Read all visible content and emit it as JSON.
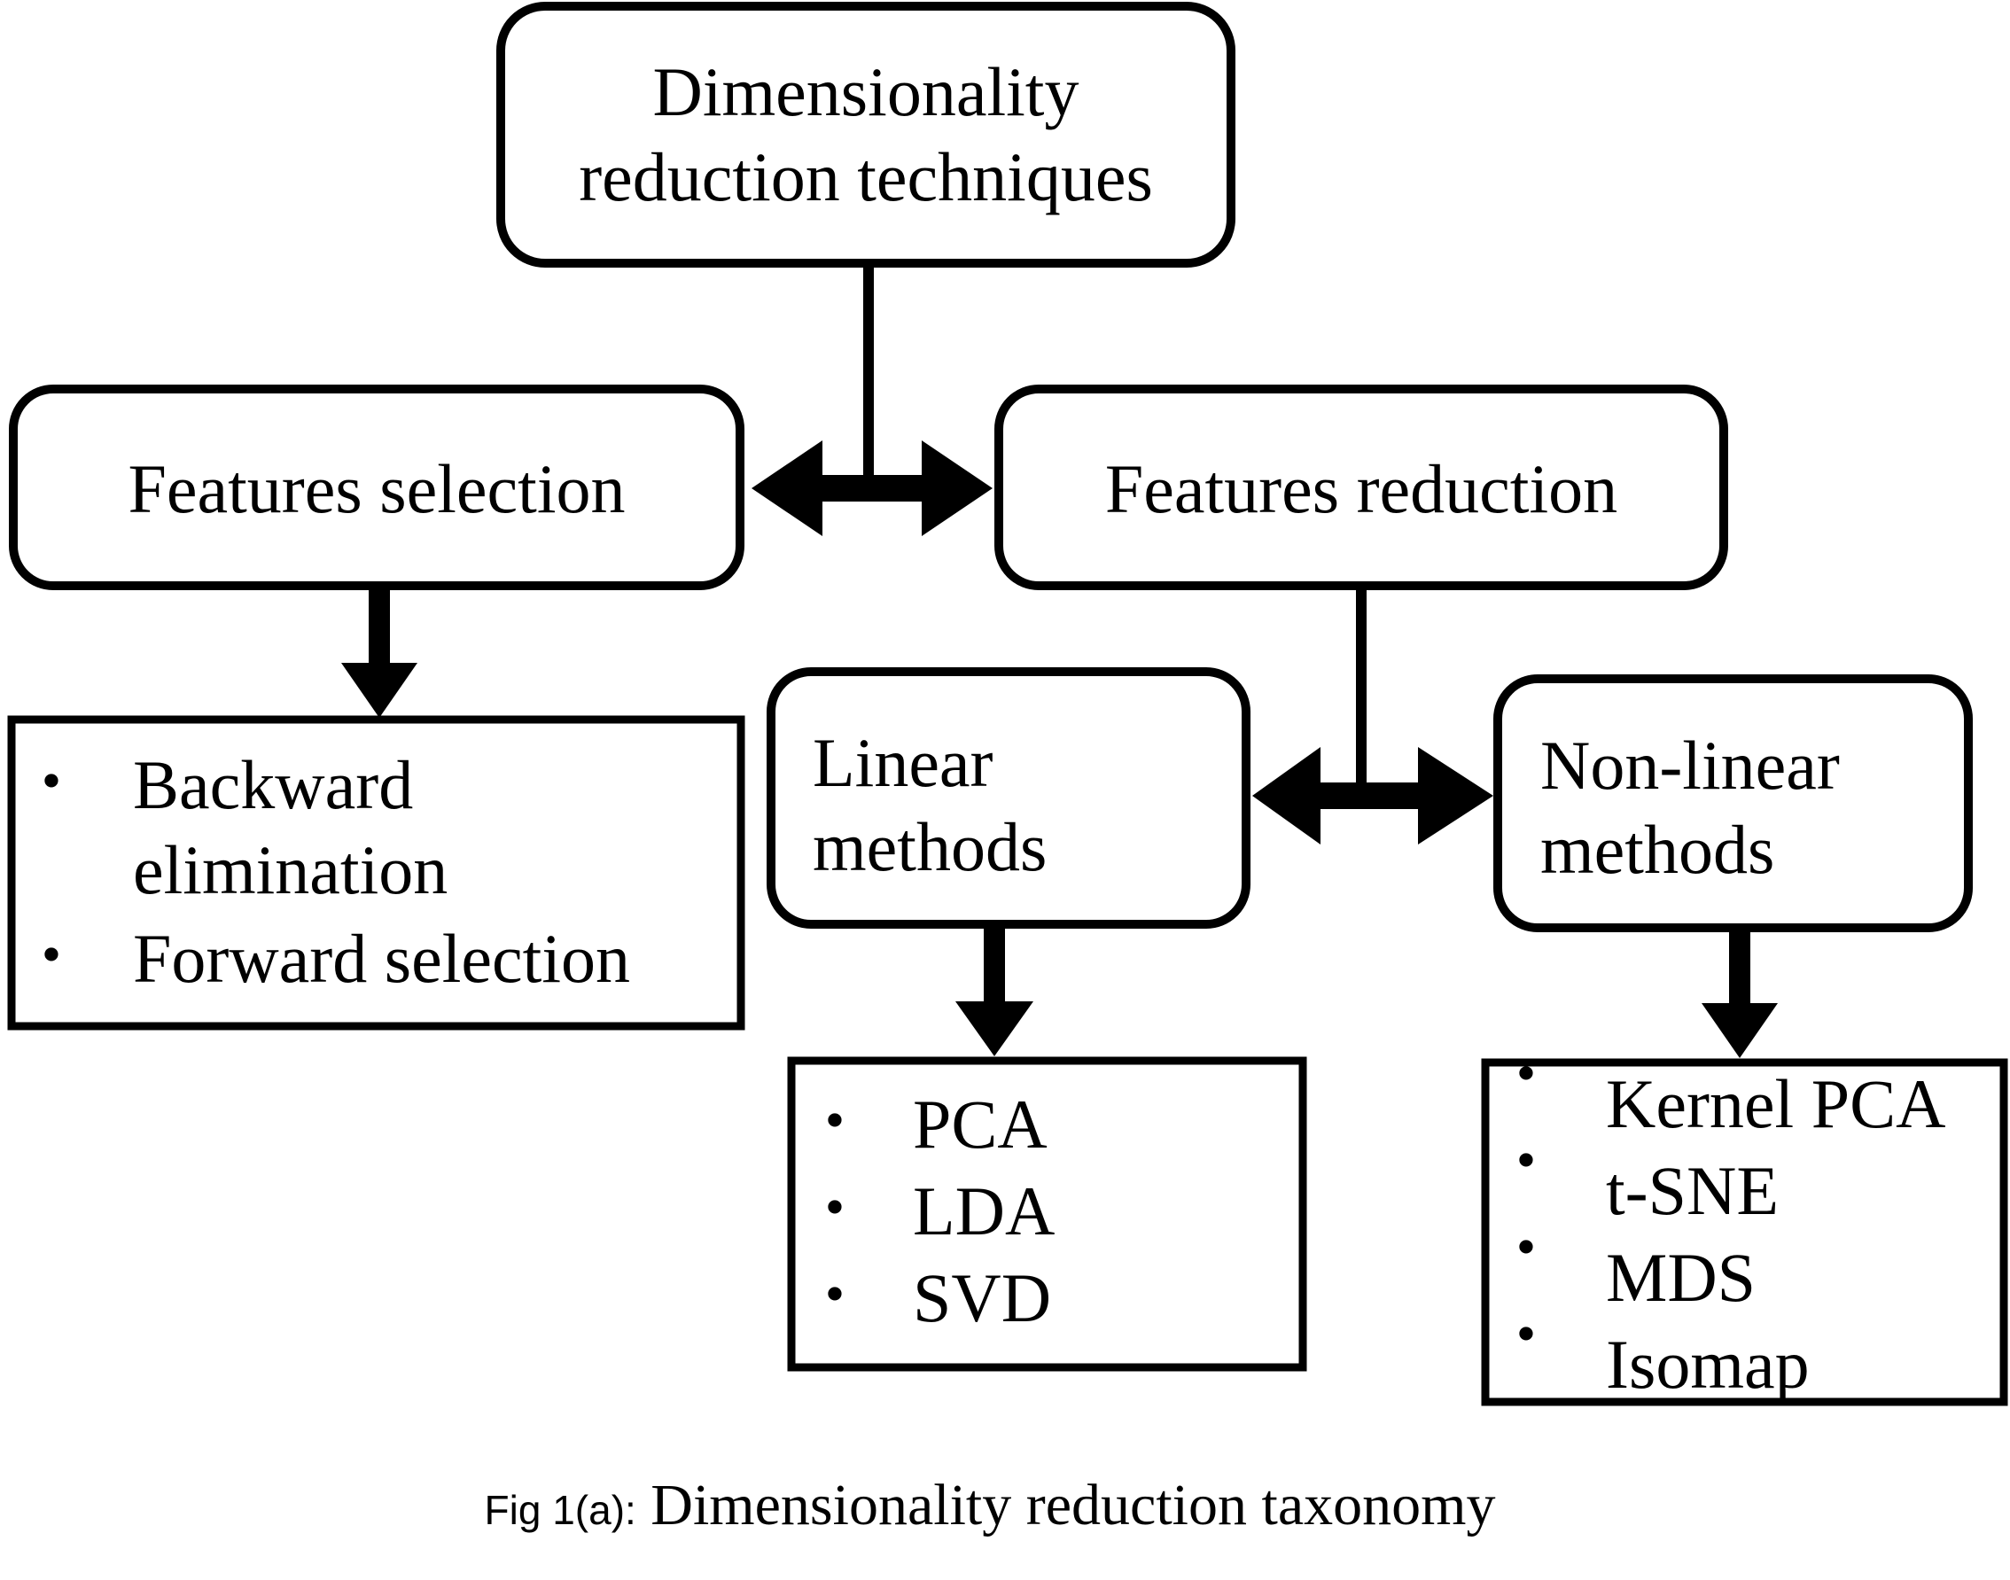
{
  "root": {
    "line1": "Dimensionality",
    "line2": "reduction techniques"
  },
  "features_selection": {
    "title": "Features selection",
    "items": [
      {
        "bullet": "•",
        "line1": "Backward",
        "line2": "elimination"
      },
      {
        "bullet": "•",
        "line1": "Forward selection"
      }
    ]
  },
  "features_reduction": {
    "title": "Features reduction"
  },
  "linear": {
    "line1": "Linear",
    "line2": "methods",
    "items": [
      {
        "bullet": "•",
        "label": "PCA"
      },
      {
        "bullet": "•",
        "label": "LDA"
      },
      {
        "bullet": "•",
        "label": "SVD"
      }
    ]
  },
  "nonlinear": {
    "line1": "Non-linear",
    "line2": "methods",
    "items": [
      {
        "bullet": "•",
        "label": "Kernel PCA"
      },
      {
        "bullet": "•",
        "label": "t-SNE"
      },
      {
        "bullet": "•",
        "label": "MDS"
      },
      {
        "bullet": "•",
        "label": "Isomap"
      }
    ]
  },
  "caption": {
    "prefix": "Fig 1(a):",
    "text": " Dimensionality reduction taxonomy"
  }
}
